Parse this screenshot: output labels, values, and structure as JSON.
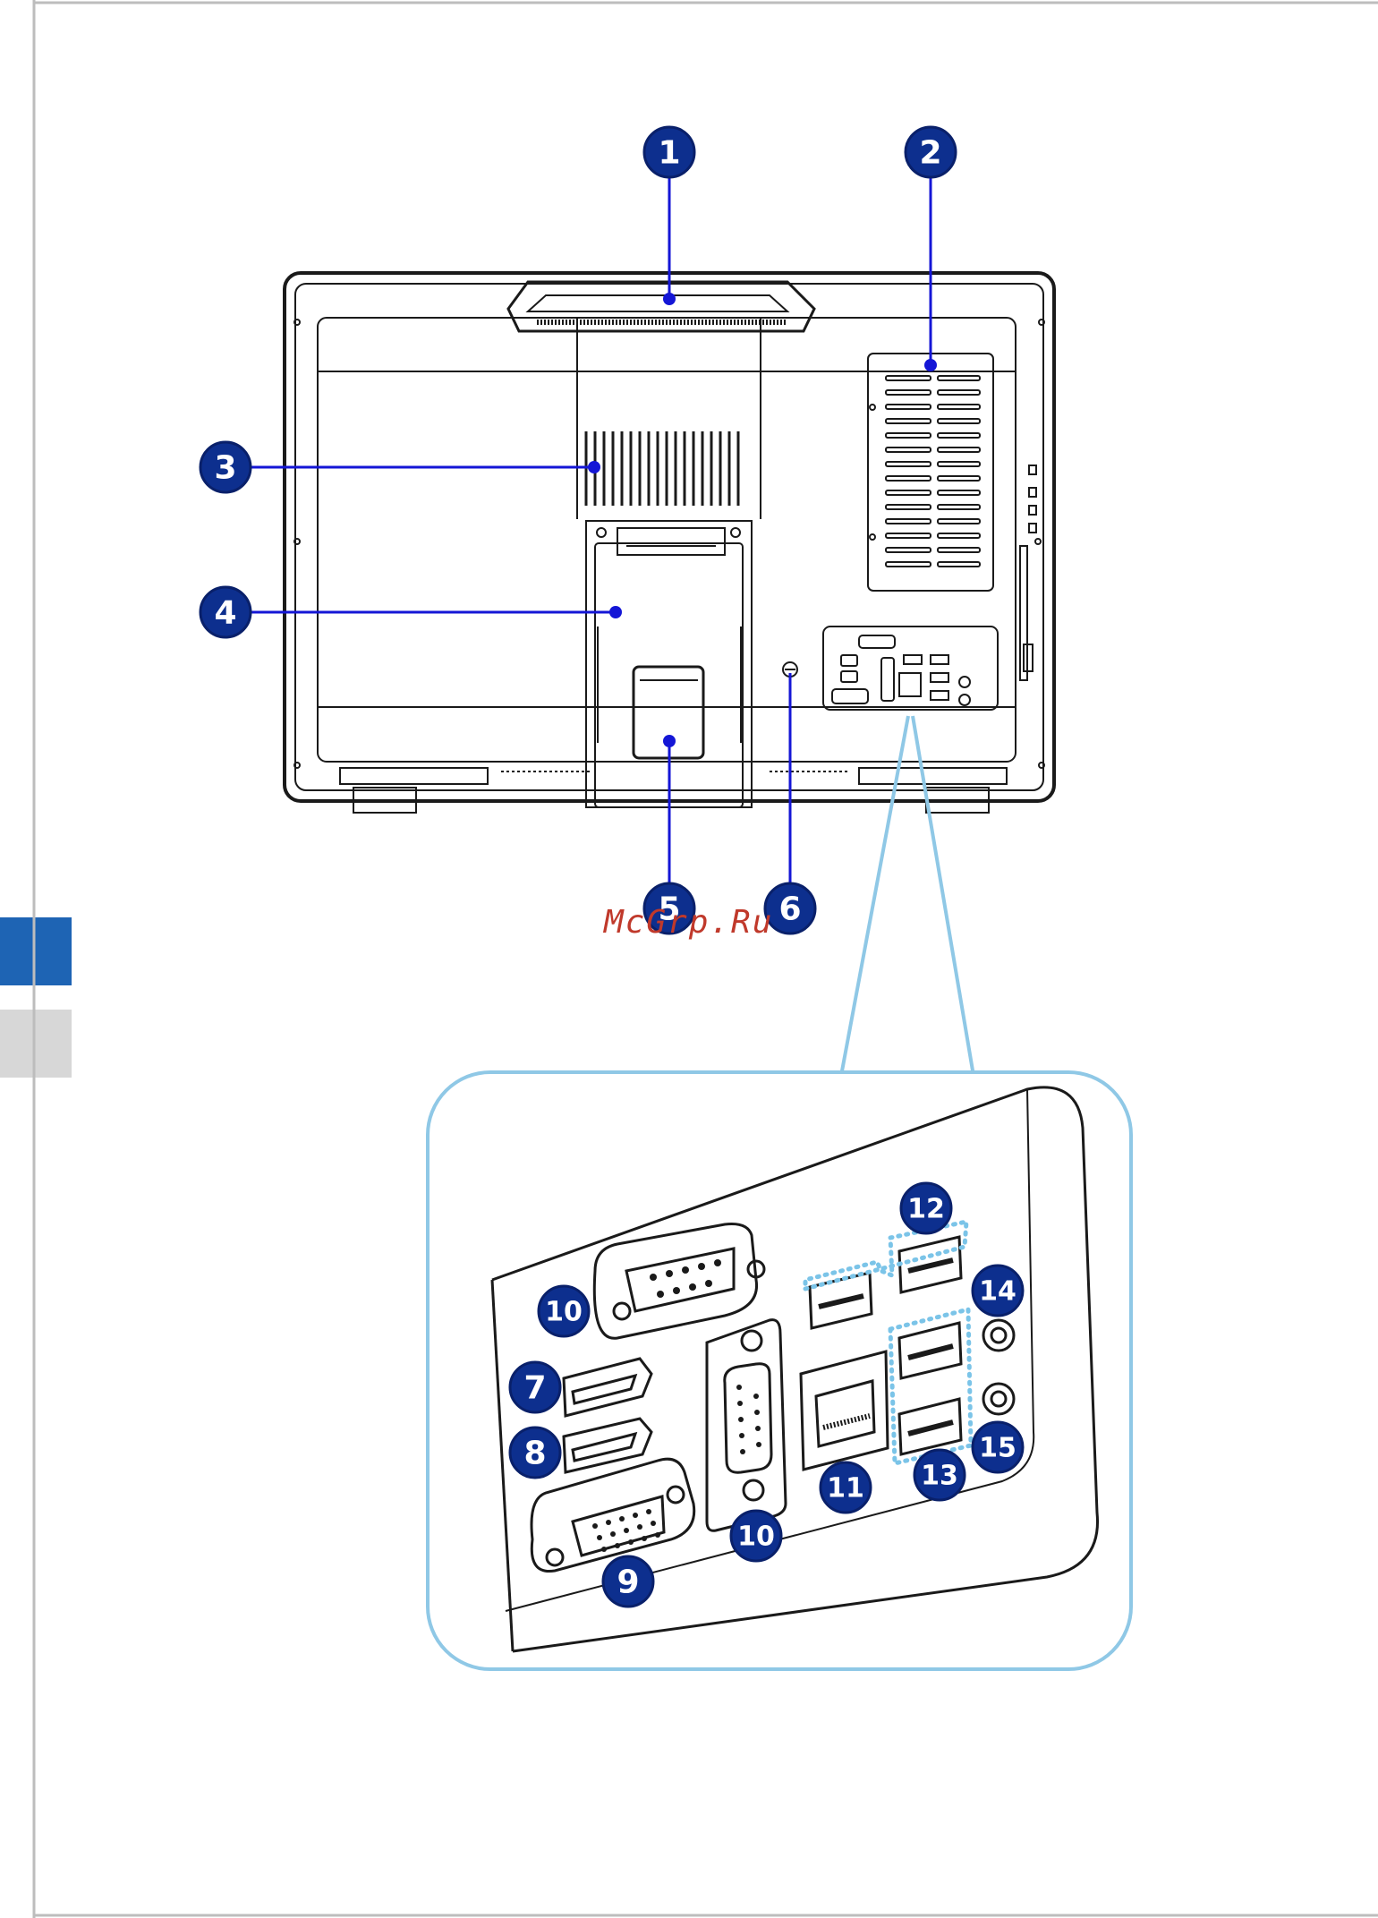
{
  "colors": {
    "badge_fill": "#0d2f8e",
    "badge_stroke": "#09206a",
    "leader_line": "#1416d6",
    "zoom_outline": "#8fc8e6",
    "usb_dots": "#7bc4e8",
    "tab_blue": "#1e64b4",
    "tab_gray": "#d7d7d7",
    "watermark": "#c0392b",
    "drawing_line": "#1a1a1a"
  },
  "watermark": {
    "text": "McGrp.Ru"
  },
  "callouts": {
    "top_handle": "1",
    "vent_panel_right": "2",
    "vent_grille_center": "3",
    "stand_hinge": "4",
    "stand_base": "5",
    "lock_port": "6",
    "hdmi_in": "7",
    "hdmi_out": "8",
    "vga_port": "9",
    "serial_port_top": "10",
    "serial_port_side": "10",
    "lan_port": "11",
    "usb_top_pair": "12",
    "usb_bottom_pair": "13",
    "audio_jack_top": "14",
    "audio_jack_bottom": "15"
  }
}
